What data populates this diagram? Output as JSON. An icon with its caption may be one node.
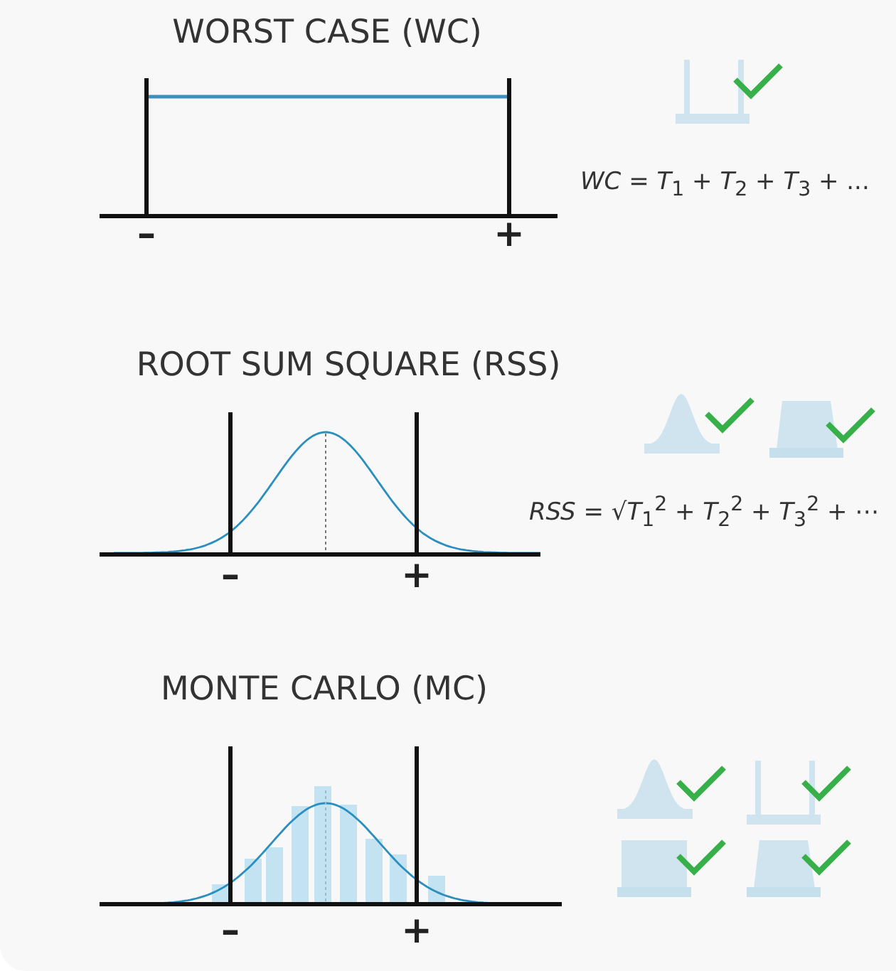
{
  "diagram": {
    "labels": [
      "WORST CASE (WC)",
      "–",
      "+",
      "*WC* = *T*$_{1}$ + *T*$_{2}$ + *T*$_{3}$ + ...",
      "ROOT SUM SQUARE (RSS)",
      "–",
      "+",
      "*RSS* = √*T*$_{1}$$^{2}$ + *T*$_{2}$$^{2}$ + *T*$_{3}$$^{2}$ + ⋯",
      "MONTE CARLO (MC)",
      "–",
      "+"
    ]
  }
}
